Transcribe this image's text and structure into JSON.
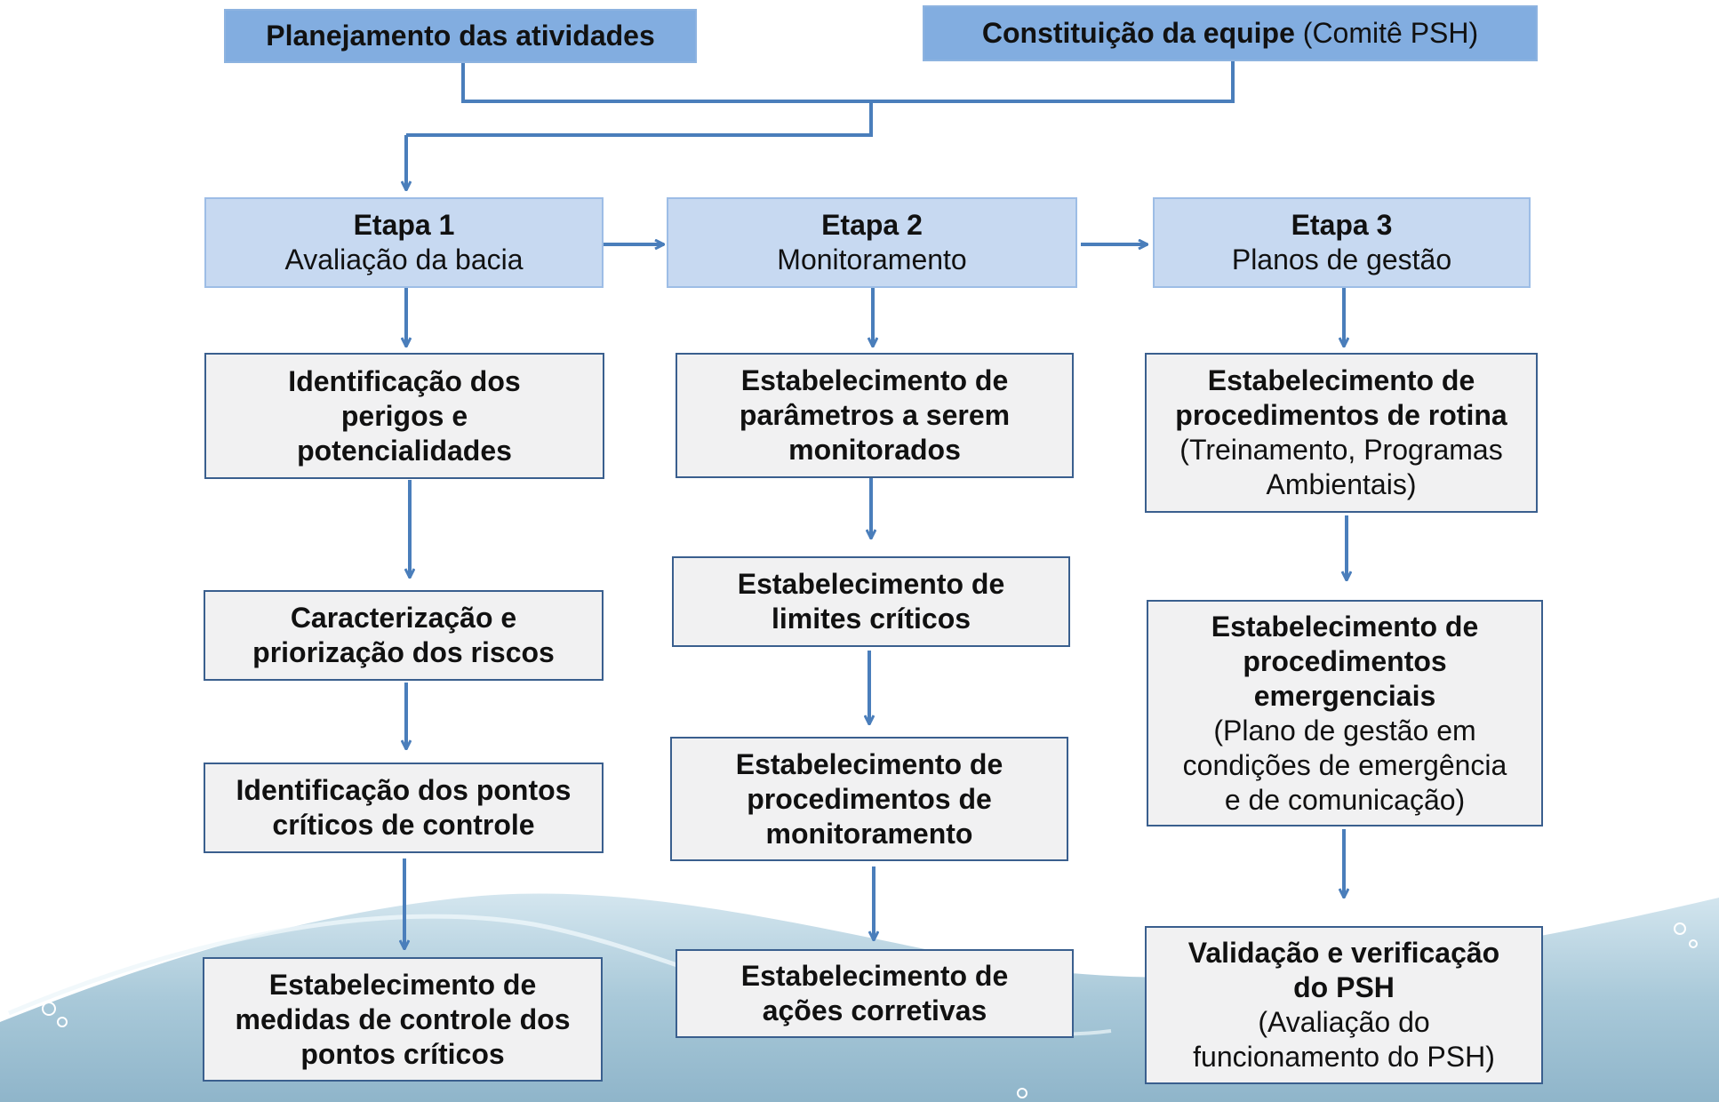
{
  "colors": {
    "arrow": "#4a7ebb",
    "top_box": "#82ade0",
    "stage_box": "#c7d9f1",
    "step_box": "#f1f1f2",
    "step_border": "#3a5f8e"
  },
  "top": {
    "planning": "Planejamento das atividades",
    "team_bold": "Constituição da equipe",
    "team_note": "(Comitê PSH)"
  },
  "stages": [
    {
      "title": "Etapa 1",
      "subtitle": "Avaliação da bacia"
    },
    {
      "title": "Etapa 2",
      "subtitle": "Monitoramento"
    },
    {
      "title": "Etapa 3",
      "subtitle": "Planos de gestão"
    }
  ],
  "steps": {
    "col1": [
      {
        "bold": [
          "Identificação dos",
          "perigos e",
          "potencialidades"
        ]
      },
      {
        "bold": [
          "Caracterização e",
          "priorização dos riscos"
        ]
      },
      {
        "bold": [
          "Identificação dos pontos",
          "críticos de controle"
        ]
      },
      {
        "bold": [
          "Estabelecimento de",
          "medidas de controle dos",
          "pontos críticos"
        ]
      }
    ],
    "col2": [
      {
        "bold": [
          "Estabelecimento de",
          "parâmetros a serem",
          "monitorados"
        ]
      },
      {
        "bold": [
          "Estabelecimento de",
          "limites críticos"
        ]
      },
      {
        "bold": [
          "Estabelecimento de",
          "procedimentos de",
          "monitoramento"
        ]
      },
      {
        "bold": [
          "Estabelecimento de",
          "ações corretivas"
        ]
      }
    ],
    "col3": [
      {
        "bold": [
          "Estabelecimento de",
          "procedimentos de rotina"
        ],
        "normal": [
          "(Treinamento, Programas",
          "Ambientais)"
        ]
      },
      {
        "bold": [
          "Estabelecimento de",
          "procedimentos",
          "emergenciais"
        ],
        "normal": [
          "(Plano de gestão em",
          "condições de emergência",
          "e de comunicação)"
        ]
      },
      {
        "bold": [
          "Validação e verificação",
          "do PSH"
        ],
        "normal": [
          "(Avaliação do",
          "funcionamento do PSH)"
        ]
      }
    ]
  }
}
